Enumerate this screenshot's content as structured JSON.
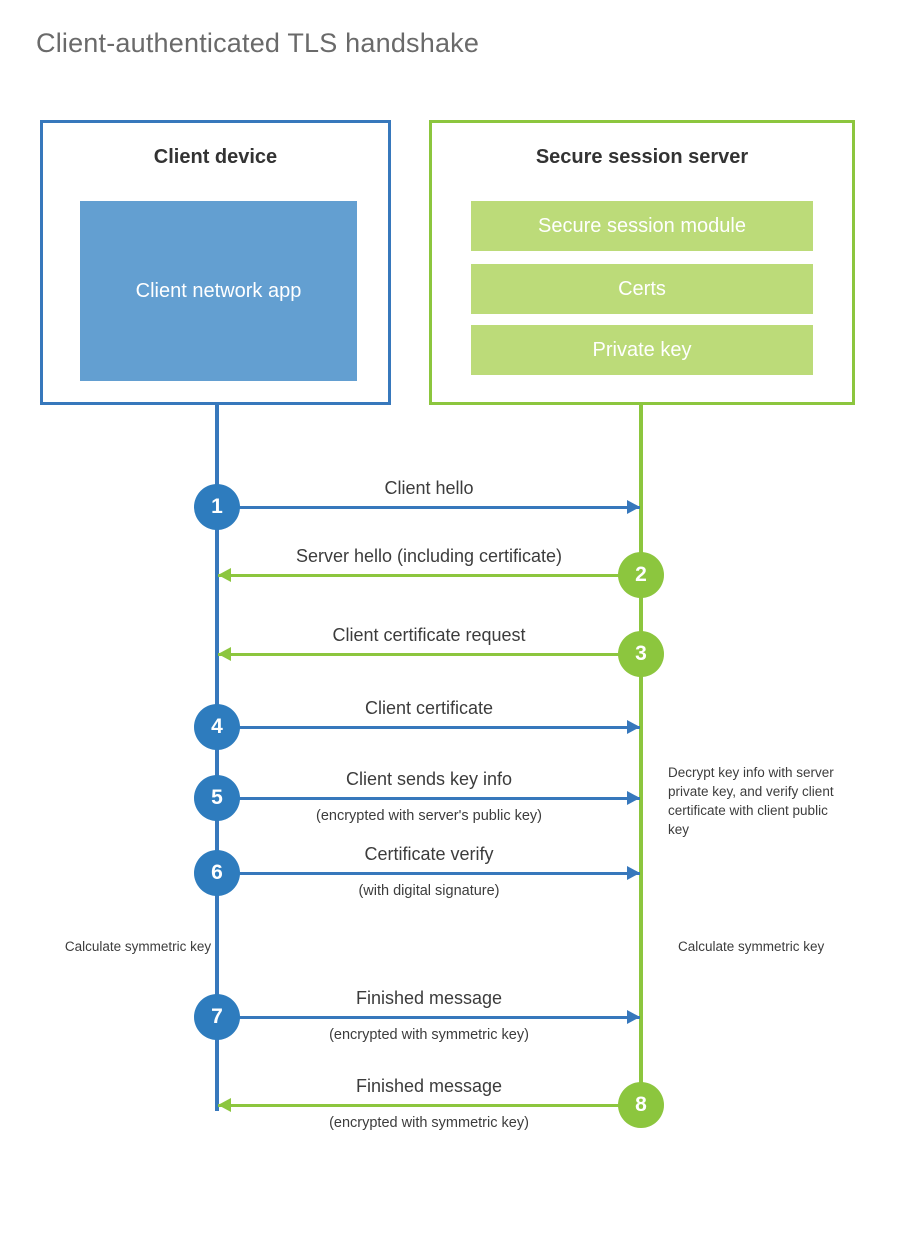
{
  "title": "Client-authenticated TLS handshake",
  "colors": {
    "blue": "#3778bc",
    "blue_circle": "#2e7cbe",
    "blue_fill": "#639fd1",
    "green": "#8cc63e",
    "green_fill": "#bcdb79",
    "text": "#3c3c3c",
    "title_text": "#6a6a6a"
  },
  "participants": {
    "client": {
      "title": "Client device",
      "block": "Client network app"
    },
    "server": {
      "title": "Secure session server",
      "blocks": [
        "Secure session module",
        "Certs",
        "Private key"
      ]
    }
  },
  "steps": [
    {
      "number": "1",
      "label": "Client hello",
      "sublabel": "",
      "direction": "client-to-server"
    },
    {
      "number": "2",
      "label": "Server hello (including certificate)",
      "sublabel": "",
      "direction": "server-to-client"
    },
    {
      "number": "3",
      "label": "Client certificate request",
      "sublabel": "",
      "direction": "server-to-client"
    },
    {
      "number": "4",
      "label": "Client certificate",
      "sublabel": "",
      "direction": "client-to-server"
    },
    {
      "number": "5",
      "label": "Client sends key info",
      "sublabel": "(encrypted with server's public key)",
      "direction": "client-to-server"
    },
    {
      "number": "6",
      "label": "Certificate verify",
      "sublabel": "(with digital signature)",
      "direction": "client-to-server"
    },
    {
      "number": "7",
      "label": "Finished message",
      "sublabel": "(encrypted with symmetric key)",
      "direction": "client-to-server"
    },
    {
      "number": "8",
      "label": "Finished message",
      "sublabel": "(encrypted with symmetric key)",
      "direction": "server-to-client"
    }
  ],
  "annotations": {
    "decrypt_note": "Decrypt key info with server private key, and verify client certificate with client public key",
    "calculate_symmetric_key_client": "Calculate symmetric key",
    "calculate_symmetric_key_server": "Calculate symmetric key"
  }
}
